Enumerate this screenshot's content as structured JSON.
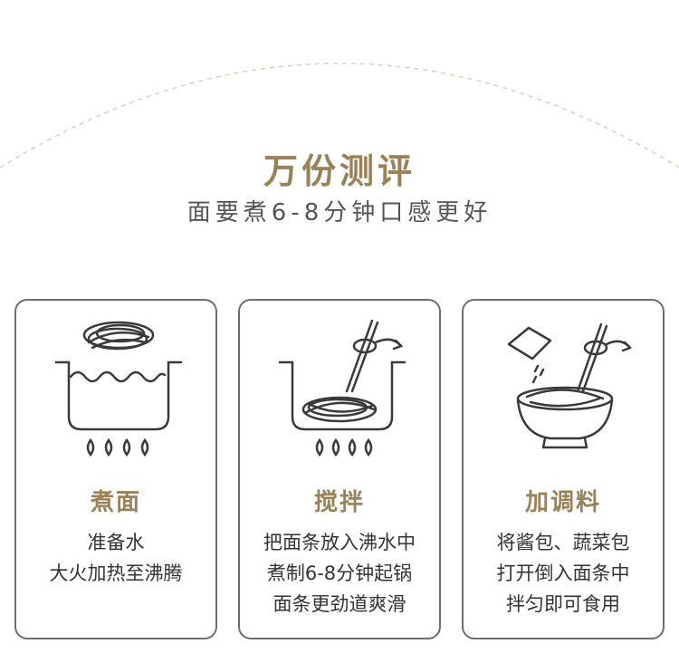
{
  "header": {
    "title": "万份测评",
    "subtitle": "面要煮6-8分钟口感更好"
  },
  "steps": [
    {
      "title": "煮面",
      "lines": [
        "准备水",
        "大火加热至沸腾"
      ],
      "icon": "boiling-pot-icon"
    },
    {
      "title": "搅拌",
      "lines": [
        "把面条放入沸水中",
        "煮制6-8分钟起锅",
        "面条更劲道爽滑"
      ],
      "icon": "stirring-pot-icon"
    },
    {
      "title": "加调料",
      "lines": [
        "将酱包、蔬菜包",
        "打开倒入面条中",
        "拌匀即可食用"
      ],
      "icon": "seasoning-bowl-icon"
    }
  ],
  "colors": {
    "accent": "#9b8157",
    "text": "#333333",
    "subtitle": "#555555",
    "border": "#6e6e6e",
    "arc": "#d8d0c2"
  }
}
